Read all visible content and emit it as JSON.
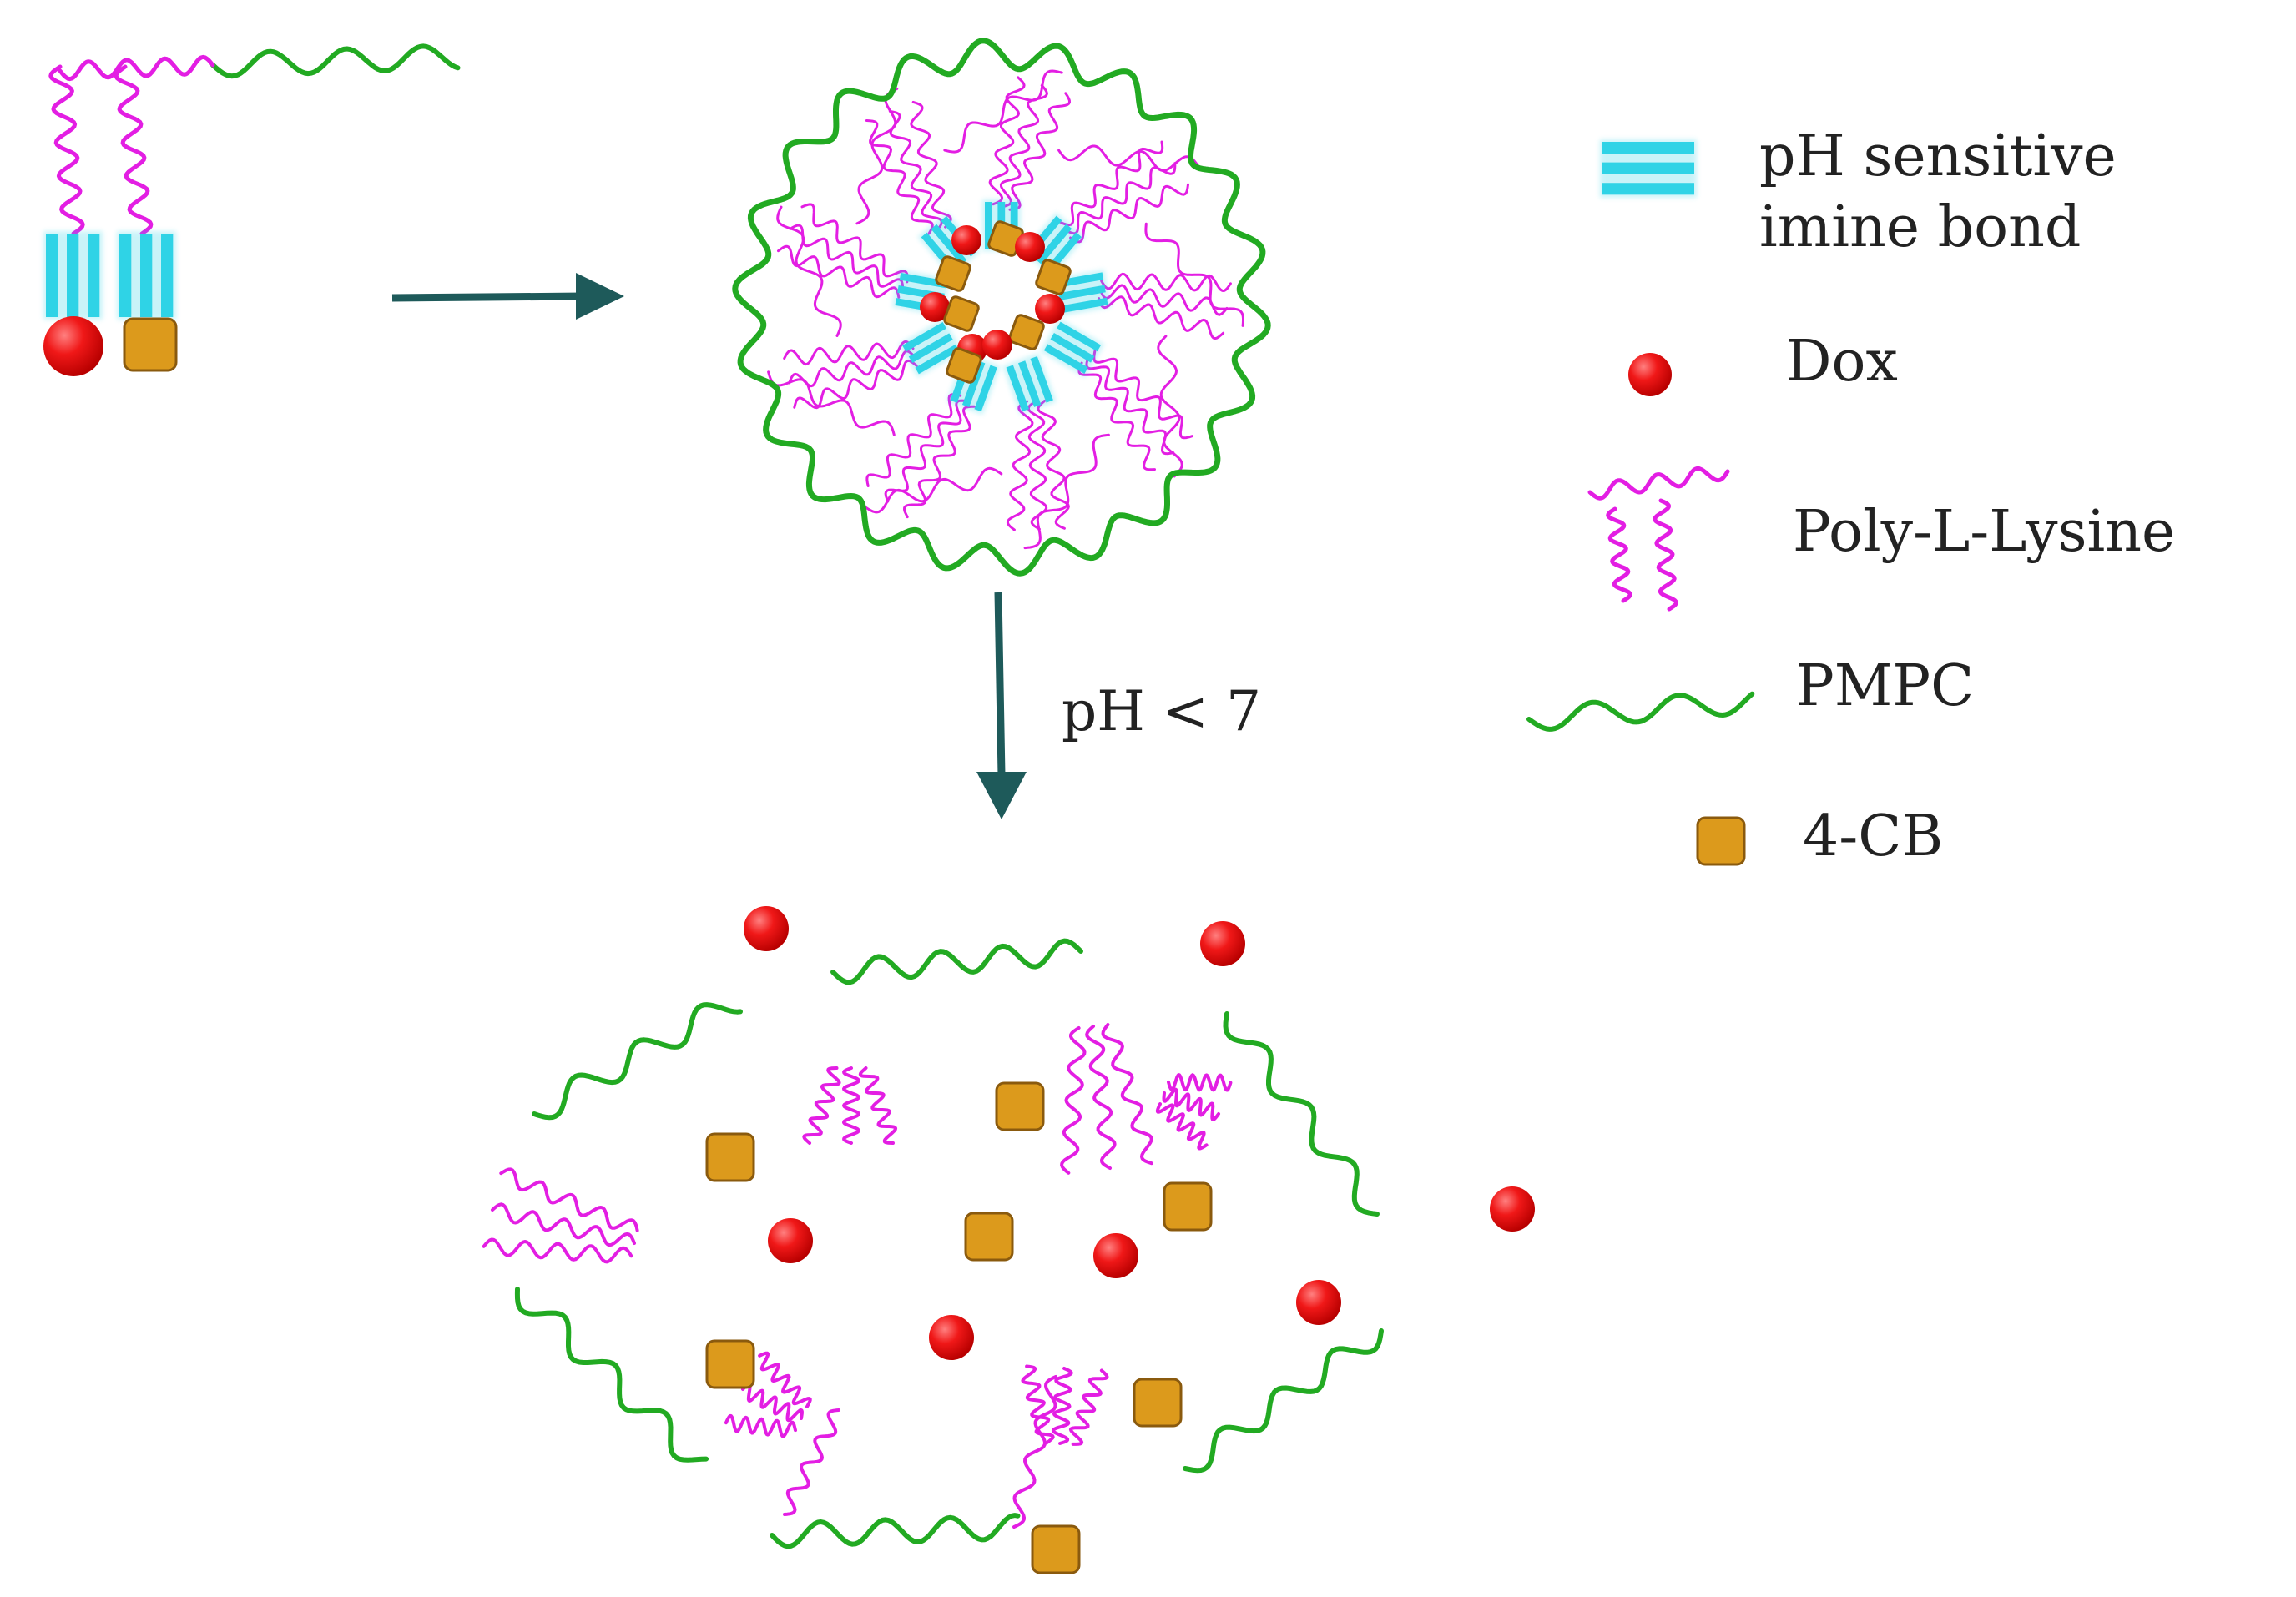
{
  "colors": {
    "imine": "#2fd3e6",
    "dox": "#ee1111",
    "lysine": "#e31ee3",
    "pmpc": "#22aa22",
    "cb_fill": "#dc9a1c",
    "cb_stroke": "#8a5a0e",
    "arrow": "#1e5a5a",
    "text": "#222222"
  },
  "condition_label": "pH < 7",
  "legend": {
    "items": [
      {
        "icon": "imine-bond-icon",
        "lines": [
          "pH sensitive",
          "imine bond"
        ]
      },
      {
        "icon": "dox-icon",
        "lines": [
          "Dox"
        ]
      },
      {
        "icon": "poly-l-lysine-icon",
        "lines": [
          "Poly-L-Lysine"
        ]
      },
      {
        "icon": "pmpc-icon",
        "lines": [
          "PMPC"
        ]
      },
      {
        "icon": "4-cb-icon",
        "lines": [
          "4-CB"
        ]
      }
    ]
  }
}
